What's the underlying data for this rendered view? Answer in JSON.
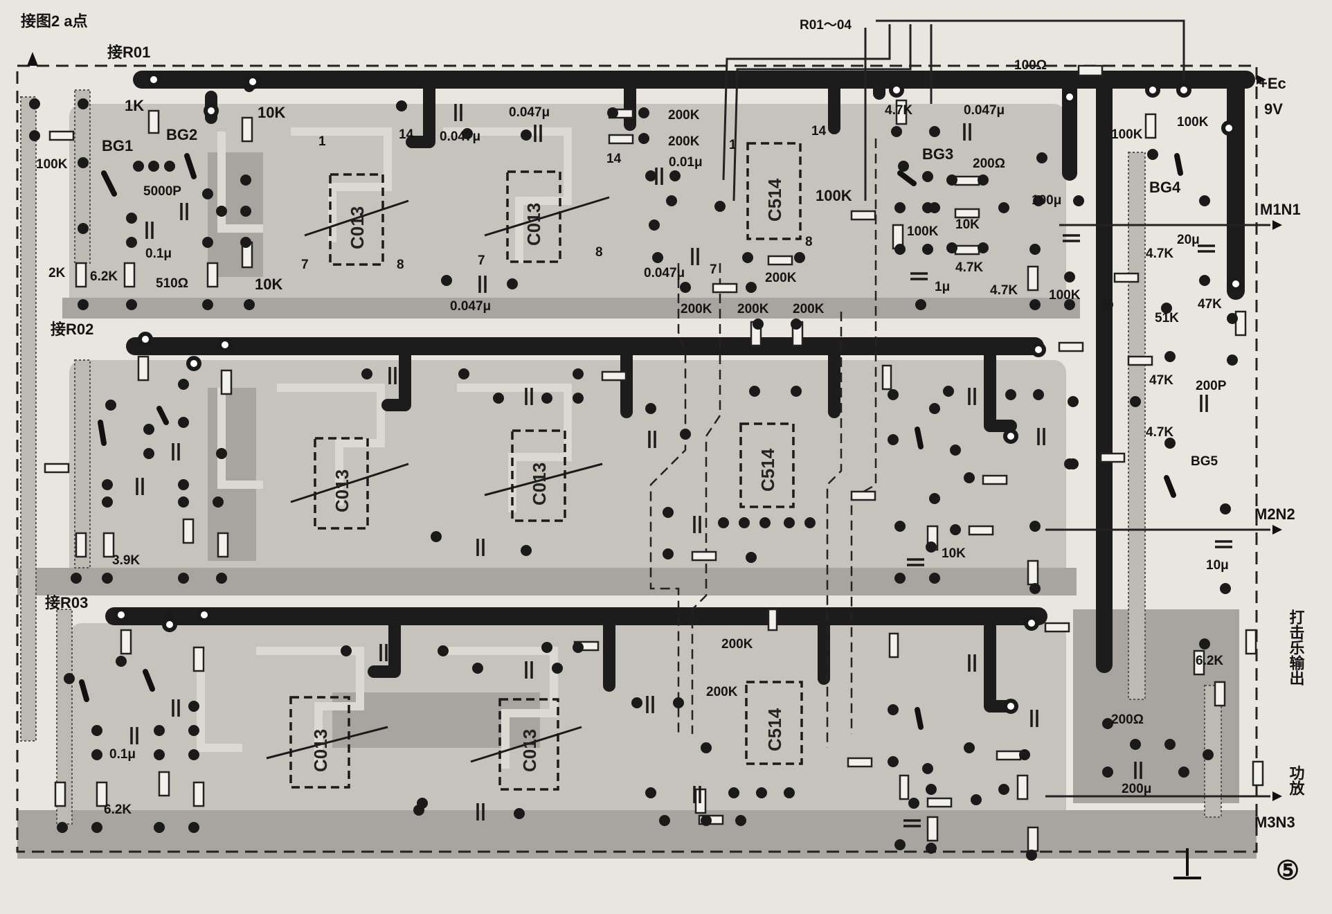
{
  "figure_number": "⑤",
  "connections": {
    "fig2_point_a": "接图2 a点",
    "r01": "接R01",
    "r02": "接R02",
    "r03": "接R03",
    "r01_04": "R01～04",
    "supply_plus": "+Ec",
    "supply_volt": "9V",
    "out1": "M1N1",
    "out2": "M2N2",
    "out3": "M3N3",
    "percussion_out": "打击乐输出",
    "power_amp": "功放"
  },
  "ics": {
    "row1_a": "C013",
    "row1_b": "C013",
    "row1_c": "C514",
    "row2_a": "C013",
    "row2_b": "C013",
    "row2_c": "C514",
    "row3_a": "C013",
    "row3_b": "C013",
    "row3_c": "C514"
  },
  "pins": {
    "p1": "1",
    "p7a": "7",
    "p8a": "8",
    "p7b": "7",
    "p8b": "8",
    "p14a": "14",
    "p14b": "14",
    "p1b": "1",
    "p7c": "7",
    "p8c": "8",
    "p14c": "14"
  },
  "transistors": {
    "bg1": "BG1",
    "bg2": "BG2",
    "bg3": "BG3",
    "bg4": "BG4",
    "bg5": "BG5"
  },
  "components": {
    "c1k": "1K",
    "c10k_a": "10K",
    "c100k_a": "100K",
    "c5000p": "5000P",
    "c0_1u_a": "0.1μ",
    "c2k": "2K",
    "c6_2k_a": "6.2K",
    "c510": "510Ω",
    "c10k_b": "10K",
    "c0047_a": "0.047μ",
    "c0047_b": "0.047μ",
    "c200k_a": "200K",
    "c200k_b": "200K",
    "c0_01u": "0.01μ",
    "c0047_c": "0.047μ",
    "c0047_d": "0.047μ",
    "c200k_c": "200K",
    "c200k_d": "200K",
    "c200k_e": "200K",
    "c200k_f": "200K",
    "c100r": "100Ω",
    "c4_7k_a": "4.7K",
    "c0047_e": "0.047μ",
    "c200r_a": "200Ω",
    "c100k_b": "100K",
    "c100k_c": "100K",
    "c10k_c": "10K",
    "c4_7k_b": "4.7K",
    "c1u": "1μ",
    "c4_7k_c": "4.7K",
    "c100u": "100μ",
    "c100k_d": "100K",
    "c100k_e": "100K",
    "c20u": "20μ",
    "c4_7k_d": "4.7K",
    "c4_7k_e": "47K",
    "c51k": "51K",
    "c4_7k_f": "47K",
    "c200p": "200P",
    "c4_7k_g": "4.7K",
    "c10u": "10μ",
    "c3_9k": "3.9K",
    "c10k_d": "10K",
    "c0_1u_b": "0.1μ",
    "c6_2k_b": "6.2K",
    "c200k_g": "200K",
    "c200k_h": "200K",
    "c6_2k_c": "6.2K",
    "c200r_b": "200Ω",
    "c200u": "200μ"
  }
}
